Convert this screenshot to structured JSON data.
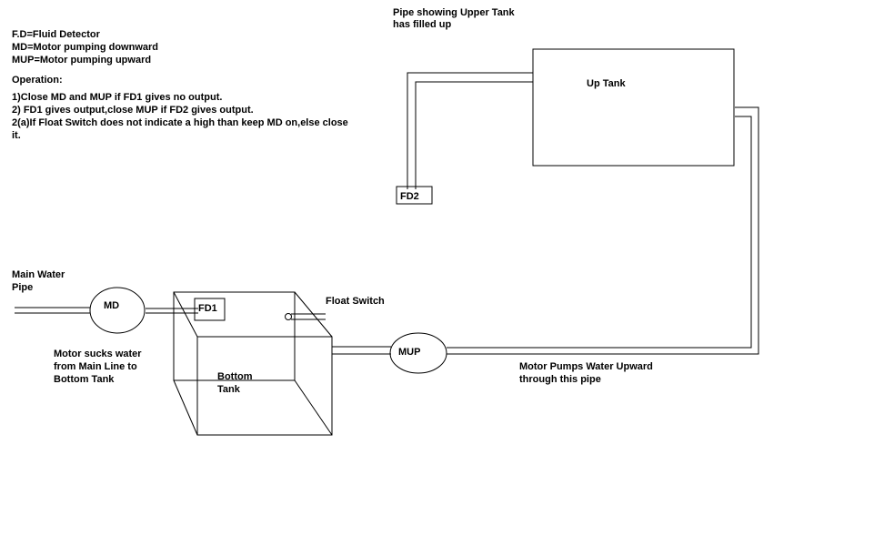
{
  "legend": {
    "lines": [
      "F.D=Fluid Detector",
      "MD=Motor pumping downward",
      "MUP=Motor pumping upward"
    ]
  },
  "operation": {
    "heading": "Operation:",
    "steps": [
      "1)Close MD and MUP if FD1 gives no output.",
      "2) FD1 gives output,close MUP if FD2 gives output.",
      "2(a)If Float Switch does not indicate a high than keep MD on,else close",
      "it."
    ]
  },
  "annotations": {
    "upper_pipe_note": [
      "Pipe showing Upper Tank",
      "has filled up"
    ],
    "main_pipe": [
      "Main Water",
      "Pipe"
    ],
    "motor_sucks": [
      "Motor sucks water",
      "from Main Line to",
      "Bottom Tank"
    ],
    "float_switch": "Float Switch",
    "pump_upward": [
      "Motor Pumps Water Upward",
      "through this pipe"
    ]
  },
  "components": {
    "up_tank": "Up Tank",
    "bottom_tank": [
      "Bottom",
      "Tank"
    ],
    "md": "MD",
    "mup": "MUP",
    "fd1": "FD1",
    "fd2": "FD2"
  }
}
